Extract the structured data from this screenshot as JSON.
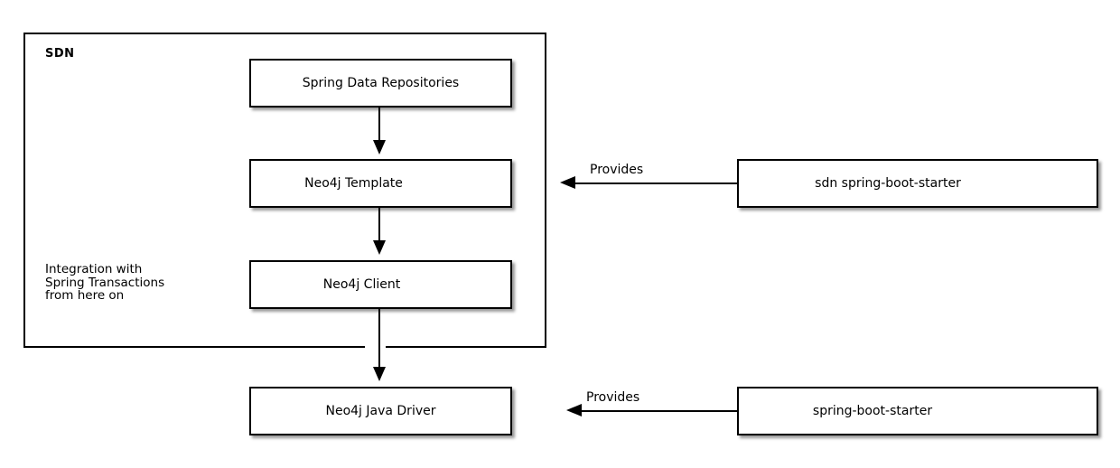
{
  "diagram": {
    "frame": {
      "label": "SDN"
    },
    "note": {
      "lines": [
        "Integration with",
        "Spring Transactions",
        "from here on"
      ]
    },
    "nodes": {
      "spring_data_repositories": {
        "label": "Spring Data Repositories"
      },
      "neo4j_template": {
        "label": "Neo4j Template"
      },
      "neo4j_client": {
        "label": "Neo4j Client"
      },
      "neo4j_java_driver": {
        "label": "Neo4j Java Driver"
      },
      "sdn_spring_boot_starter": {
        "label": "sdn spring-boot-starter"
      },
      "spring_boot_starter": {
        "label": "spring-boot-starter"
      }
    },
    "edges": {
      "repositories_to_template": {
        "type": "arrow-down"
      },
      "template_to_client": {
        "type": "arrow-down"
      },
      "client_to_driver": {
        "type": "arrow-down"
      },
      "provides_top": {
        "label": "Provides",
        "type": "arrow-left"
      },
      "provides_bottom": {
        "label": "Provides",
        "type": "arrow-left"
      }
    },
    "colors": {
      "background": "#ffffff",
      "line": "#000000",
      "node_background": "#ffffff",
      "node_shadow": "#999999",
      "text": "#000000"
    }
  }
}
